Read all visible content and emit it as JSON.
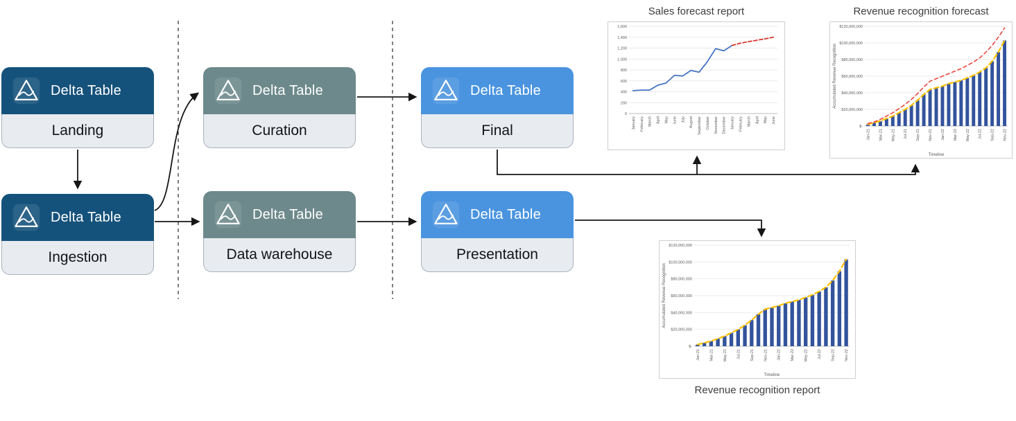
{
  "diagram": {
    "colors": {
      "dark": "#15527B",
      "slate": "#6D898C",
      "blue": "#4A94DF",
      "label_bg": "#E8EBEF",
      "arrow": "#1a1a1a"
    },
    "nodes": [
      {
        "head": "Delta Table",
        "label": "Landing",
        "variant": "dark"
      },
      {
        "head": "Delta Table",
        "label": "Ingestion",
        "variant": "dark"
      },
      {
        "head": "Delta Table",
        "label": "Curation",
        "variant": "slate"
      },
      {
        "head": "Delta Table",
        "label": "Data warehouse",
        "variant": "slate"
      },
      {
        "head": "Delta Table",
        "label": "Final",
        "variant": "blue"
      },
      {
        "head": "Delta Table",
        "label": "Presentation",
        "variant": "blue"
      }
    ]
  },
  "chart_data": [
    {
      "id": "sales-forecast",
      "type": "line",
      "title": "Sales forecast report",
      "x": [
        "January",
        "February",
        "March",
        "April",
        "May",
        "June",
        "July",
        "August",
        "September",
        "October",
        "November",
        "December",
        "January",
        "February",
        "March",
        "April",
        "May",
        "June"
      ],
      "series": [
        {
          "name": "blue-line",
          "color": "#4472C4",
          "width": 1.8,
          "values": [
            420,
            430,
            430,
            520,
            560,
            700,
            690,
            790,
            760,
            950,
            1190,
            1150,
            1250,
            null,
            null,
            null,
            null,
            null
          ]
        },
        {
          "name": "red-dashed-line",
          "color": "#D9342B",
          "width": 1.8,
          "dash": "5 3",
          "values": [
            null,
            null,
            null,
            null,
            null,
            null,
            null,
            null,
            null,
            null,
            null,
            null,
            1250,
            1290,
            1320,
            1345,
            1370,
            1400
          ]
        }
      ],
      "ylim": [
        0,
        1600
      ],
      "ytick_step": 200,
      "money": false,
      "xtick_every": 1,
      "grid": true,
      "legend": "none"
    },
    {
      "id": "revenue-recognition-forecast",
      "type": "bar-line",
      "title": "Revenue recognition forecast",
      "xlabel": "Timeline",
      "ylabel": "Accumulated Revenue Recognition",
      "x": [
        "Jan-21",
        "Feb-21",
        "Mar-21",
        "Apr-21",
        "May-21",
        "Jun-21",
        "Jul-21",
        "Aug-21",
        "Sep-21",
        "Oct-21",
        "Nov-21",
        "Dec-21",
        "Jan-22",
        "Feb-22",
        "Mar-22",
        "Apr-22",
        "May-22",
        "Jun-22",
        "Jul-22",
        "Aug-22",
        "Sep-22",
        "Oct-22",
        "Nov-22"
      ],
      "bars": {
        "name": "blue-bars",
        "color": "#33539C",
        "values": [
          2000000,
          4000000,
          6000000,
          9000000,
          12000000,
          16000000,
          20000000,
          25000000,
          31000000,
          38000000,
          44000000,
          46000000,
          48000000,
          51000000,
          53000000,
          55000000,
          58000000,
          61000000,
          65000000,
          70000000,
          78000000,
          89000000,
          103000000
        ]
      },
      "series": [
        {
          "name": "yellow-dashed-line",
          "color": "#FFC000",
          "width": 2.2,
          "dash": "7 4",
          "values": [
            2000000,
            4000000,
            6000000,
            9000000,
            12000000,
            16000000,
            20000000,
            25000000,
            31000000,
            38000000,
            44000000,
            46000000,
            48000000,
            51000000,
            53000000,
            55000000,
            58000000,
            61000000,
            65000000,
            70000000,
            78000000,
            89000000,
            103000000
          ]
        },
        {
          "name": "red-dashed-line",
          "color": "#E8453C",
          "width": 1.6,
          "dash": "5 4",
          "values": [
            3000000,
            5000000,
            8000000,
            12000000,
            16000000,
            21000000,
            26000000,
            32000000,
            39000000,
            47000000,
            54000000,
            57000000,
            60000000,
            63000000,
            66000000,
            69000000,
            73000000,
            77000000,
            82000000,
            89000000,
            97000000,
            107000000,
            118000000
          ]
        }
      ],
      "ylim": [
        0,
        120000000
      ],
      "ytick_step": 20000000,
      "money": true,
      "xtick_every": 2,
      "grid": true,
      "legend": "none"
    },
    {
      "id": "revenue-recognition-report",
      "type": "bar-line",
      "title": "Revenue recognition report",
      "xlabel": "Timeline",
      "ylabel": "Accumulated Revenue Recognition",
      "x": [
        "Jan-21",
        "Feb-21",
        "Mar-21",
        "Apr-21",
        "May-21",
        "Jun-21",
        "Jul-21",
        "Aug-21",
        "Sep-21",
        "Oct-21",
        "Nov-21",
        "Dec-21",
        "Jan-22",
        "Feb-22",
        "Mar-22",
        "Apr-22",
        "May-22",
        "Jun-22",
        "Jul-22",
        "Aug-22",
        "Sep-22",
        "Oct-22",
        "Nov-22"
      ],
      "bars": {
        "name": "blue-bars",
        "color": "#33539C",
        "values": [
          2000000,
          4000000,
          6000000,
          9000000,
          12000000,
          16000000,
          20000000,
          25000000,
          31000000,
          38000000,
          44000000,
          46000000,
          48000000,
          51000000,
          53000000,
          55000000,
          58000000,
          61000000,
          65000000,
          70000000,
          78000000,
          89000000,
          103000000
        ]
      },
      "series": [
        {
          "name": "yellow-dashed-line",
          "color": "#FFC000",
          "width": 2.2,
          "dash": "7 4",
          "values": [
            2000000,
            4000000,
            6000000,
            9000000,
            12000000,
            16000000,
            20000000,
            25000000,
            31000000,
            38000000,
            44000000,
            46000000,
            48000000,
            51000000,
            53000000,
            55000000,
            58000000,
            61000000,
            65000000,
            70000000,
            78000000,
            89000000,
            103000000
          ]
        }
      ],
      "ylim": [
        0,
        120000000
      ],
      "ytick_step": 20000000,
      "money": true,
      "xtick_every": 2,
      "grid": true,
      "legend": "none"
    }
  ]
}
